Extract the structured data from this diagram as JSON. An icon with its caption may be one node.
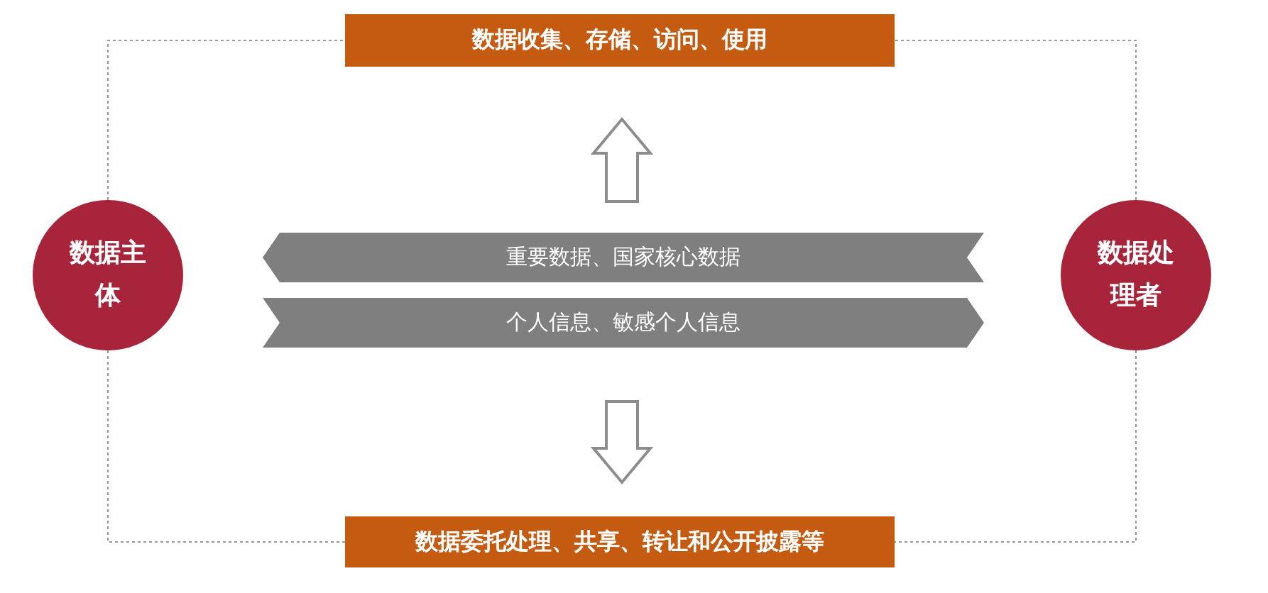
{
  "diagram": {
    "nodes": [
      {
        "text": [
          "数据收集、存储、访问、使用"
        ]
      },
      {
        "text": [
          "数据委托处理、共享、转让和公开披露等"
        ]
      },
      {
        "text": [
          "数据主体"
        ]
      },
      {
        "text": [
          "数据处理者"
        ]
      },
      {
        "text": [
          "重要数据、国家核心数据"
        ]
      },
      {
        "text": [
          "个人信息、敏感个人信息"
        ]
      }
    ],
    "edges": [
      {
        "from": 2,
        "to": 0,
        "arrow": "none",
        "style": "dashed"
      },
      {
        "from": 3,
        "to": 0,
        "arrow": "none",
        "style": "dashed"
      },
      {
        "from": 2,
        "to": 1,
        "arrow": "none",
        "style": "dashed"
      },
      {
        "from": 3,
        "to": 1,
        "arrow": "none",
        "style": "dashed"
      },
      {
        "from": 4,
        "to": 0,
        "arrow": "to"
      },
      {
        "from": 5,
        "to": 1,
        "arrow": "to"
      }
    ]
  }
}
